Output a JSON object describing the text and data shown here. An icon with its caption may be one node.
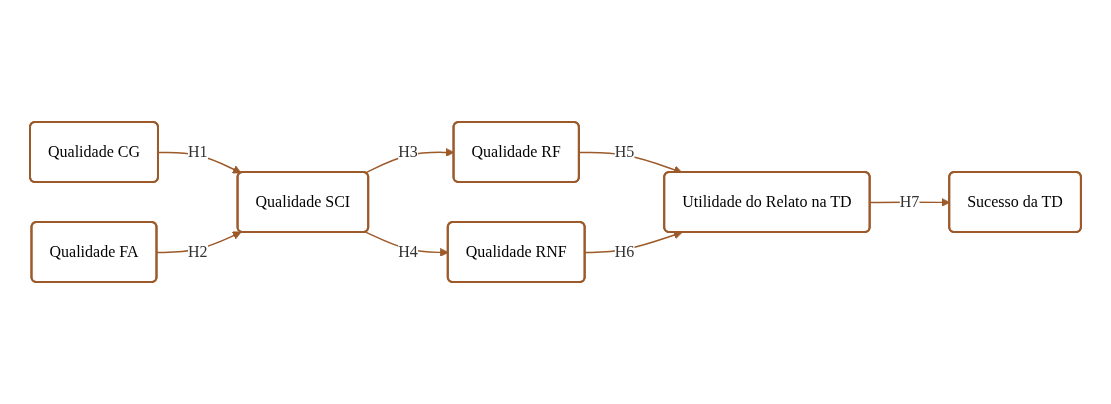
{
  "diagram": {
    "nodes": [
      {
        "text": [
          "Qualidade CG"
        ]
      },
      {
        "text": [
          "Qualidade SCI"
        ]
      },
      {
        "text": [
          "Qualidade FA"
        ]
      },
      {
        "text": [
          "Qualidade RF"
        ]
      },
      {
        "text": [
          "Qualidade RNF"
        ]
      },
      {
        "text": [
          "Utilidade do Relato na TD"
        ]
      },
      {
        "text": [
          "Sucesso da TD"
        ]
      }
    ],
    "edges": [
      {
        "from": 0,
        "to": 1,
        "arrow": "to",
        "label": "H1"
      },
      {
        "from": 2,
        "to": 1,
        "arrow": "to",
        "label": "H2"
      },
      {
        "from": 1,
        "to": 3,
        "arrow": "to",
        "label": "H3"
      },
      {
        "from": 1,
        "to": 4,
        "arrow": "to",
        "label": "H4"
      },
      {
        "from": 3,
        "to": 5,
        "arrow": "to",
        "label": "H5"
      },
      {
        "from": 4,
        "to": 5,
        "arrow": "to",
        "label": "H6"
      },
      {
        "from": 5,
        "to": 6,
        "arrow": "to",
        "label": "H7"
      }
    ]
  }
}
